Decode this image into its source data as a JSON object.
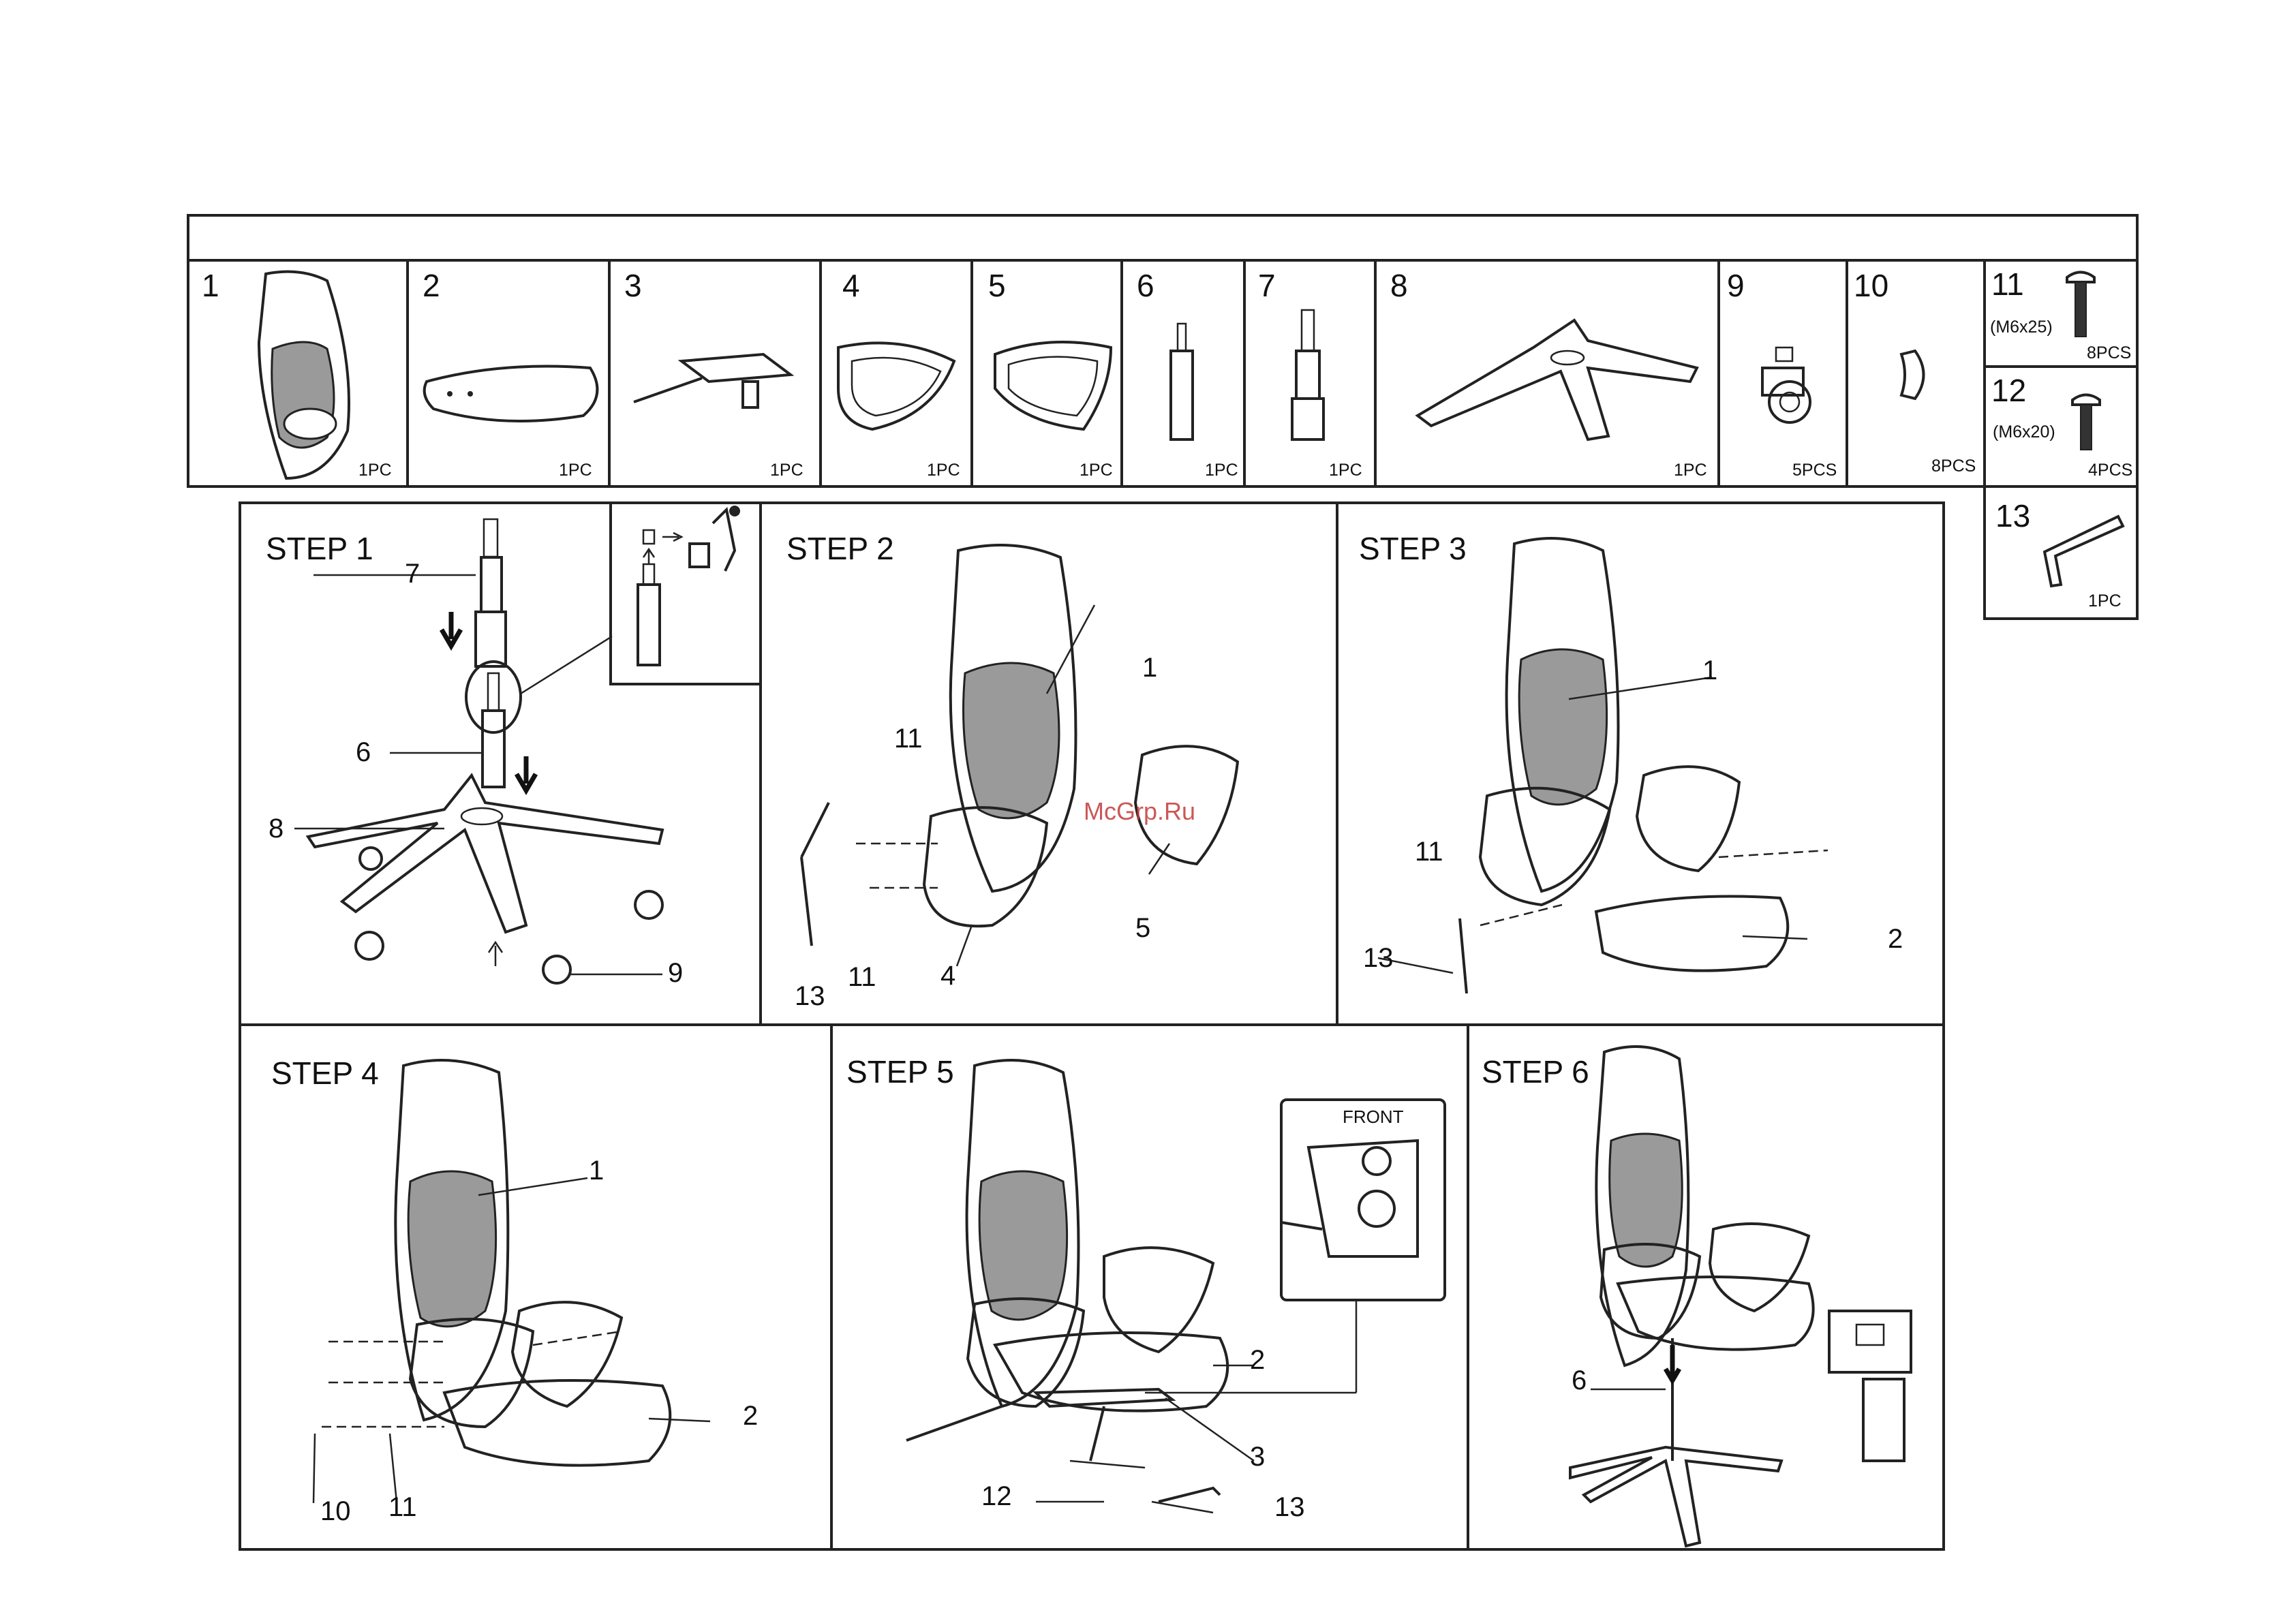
{
  "parts": [
    {
      "num": "1",
      "qty": "1PC",
      "icon": "backrest-icon"
    },
    {
      "num": "2",
      "qty": "1PC",
      "icon": "seat-cushion-icon"
    },
    {
      "num": "3",
      "qty": "1PC",
      "icon": "tilt-mechanism-icon"
    },
    {
      "num": "4",
      "qty": "1PC",
      "icon": "left-armrest-icon"
    },
    {
      "num": "5",
      "qty": "1PC",
      "icon": "right-armrest-icon"
    },
    {
      "num": "6",
      "qty": "1PC",
      "icon": "gas-lift-icon"
    },
    {
      "num": "7",
      "qty": "1PC",
      "icon": "gas-lift-cover-icon"
    },
    {
      "num": "8",
      "qty": "1PC",
      "icon": "star-base-icon"
    },
    {
      "num": "9",
      "qty": "5PCS",
      "icon": "caster-wheel-icon"
    },
    {
      "num": "10",
      "qty": "8PCS",
      "icon": "screw-cap-icon"
    },
    {
      "num": "11",
      "spec": "(M6x25)",
      "qty": "8PCS",
      "icon": "bolt-icon"
    },
    {
      "num": "12",
      "spec": "(M6x20)",
      "qty": "4PCS",
      "icon": "bolt-icon"
    },
    {
      "num": "13",
      "qty": "1PC",
      "icon": "allen-key-icon"
    }
  ],
  "steps": [
    {
      "title": "STEP 1",
      "callouts": [
        "7",
        "6",
        "8",
        "9"
      ]
    },
    {
      "title": "STEP 2",
      "callouts": [
        "11",
        "1",
        "5",
        "4",
        "13",
        "11"
      ]
    },
    {
      "title": "STEP 3",
      "callouts": [
        "1",
        "11",
        "2",
        "13"
      ]
    },
    {
      "title": "STEP 4",
      "callouts": [
        "1",
        "2",
        "10",
        "11"
      ]
    },
    {
      "title": "STEP 5",
      "callouts": [
        "2",
        "3",
        "12",
        "13"
      ],
      "inset_label": "FRONT"
    },
    {
      "title": "STEP 6",
      "callouts": [
        "6"
      ]
    }
  ],
  "watermark": "McGrp.Ru",
  "colors": {
    "line": "#222222",
    "mesh": "#9a9a9a",
    "watermark": "#c23a3a"
  }
}
